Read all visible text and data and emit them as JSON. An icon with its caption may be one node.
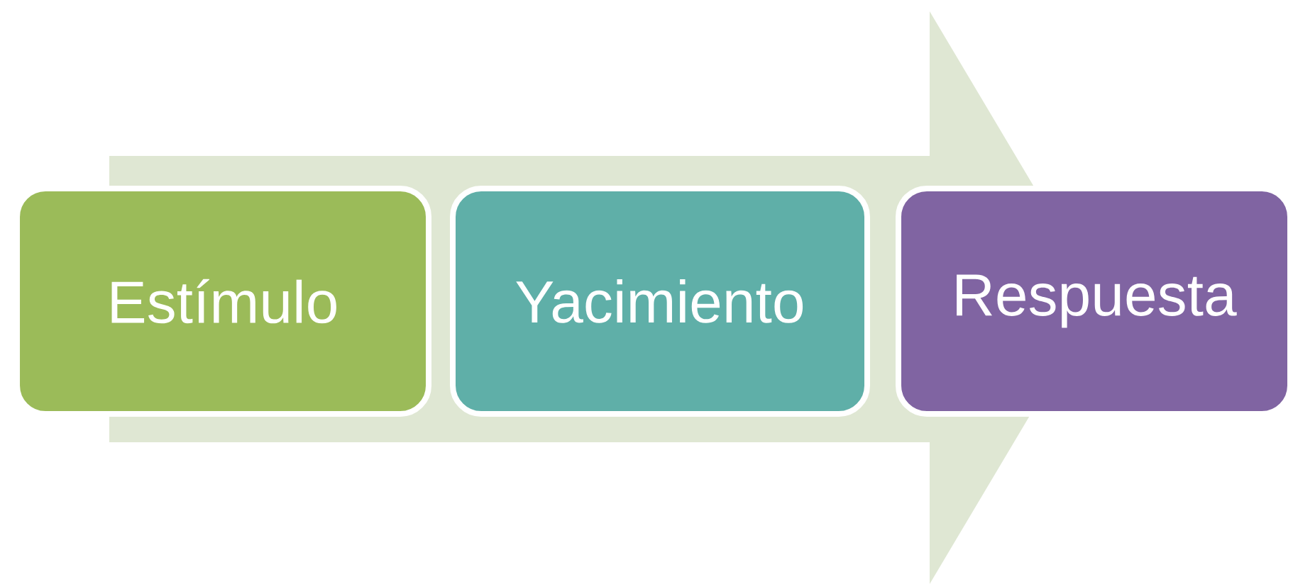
{
  "diagram": {
    "nodes": [
      {
        "text": [
          "Estímulo"
        ]
      },
      {
        "text": [
          "Yacimiento"
        ]
      },
      {
        "text": [
          "Respuesta"
        ]
      }
    ],
    "edges": [
      {
        "from": 0,
        "to": 2,
        "arrow": "to"
      }
    ]
  }
}
